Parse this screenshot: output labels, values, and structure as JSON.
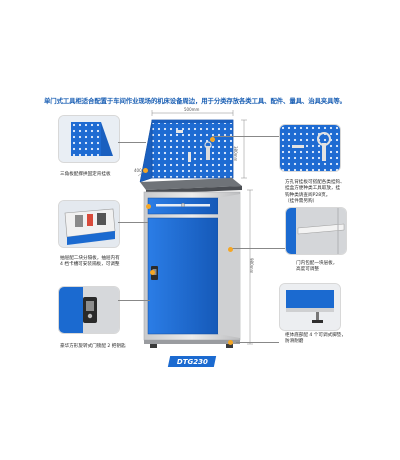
{
  "headline": "单门式工具柜适合配置于车间作业现场的机床设备周边，用于分类存放各类工具、配件、量具、治具夹具等。",
  "dimensions": {
    "width": "500mm",
    "upper_height": "380mm",
    "lower_height": "980mm",
    "depth": "400mm"
  },
  "model_label": "DTG230",
  "captions": {
    "side_panel": "三角板配撑拱固定背挂板",
    "hook_panel": [
      "方孔背挂板可搭配各类挂钩、",
      "挂盒方便种类工具取放，挂",
      "钩种类请查阅P28页。",
      "（挂件需另购）"
    ],
    "drawer": [
      "抽屉配二块分隔板，抽屉内有",
      "4 档卡槽可安装隔板，可调整"
    ],
    "shelf": [
      "门内包配一块层板，",
      "高度可调整"
    ],
    "lock": "豪华方形旋转式门锁配 2 把钥匙",
    "feet": [
      "柜体底部配 4 个可调式脚垫，",
      "防滑耐磨"
    ]
  },
  "colors": {
    "brand_blue": "#1b6ad0",
    "body_gray": "#d9dadb",
    "accent_orange": "#f5a623"
  }
}
